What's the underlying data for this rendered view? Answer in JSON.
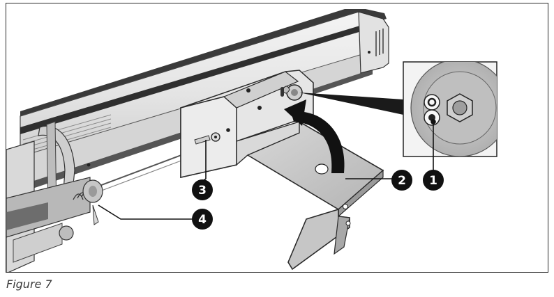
{
  "figure": {
    "caption": "Figure 7",
    "callouts": [
      {
        "label": "1"
      },
      {
        "label": "2"
      },
      {
        "label": "3"
      },
      {
        "label": "4"
      }
    ]
  }
}
